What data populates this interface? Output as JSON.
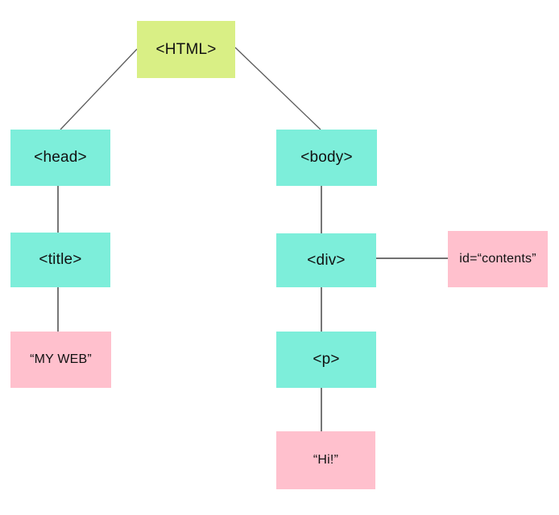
{
  "diagram": {
    "type": "tree",
    "nodes": {
      "html": {
        "label": "<HTML>",
        "kind": "root"
      },
      "head": {
        "label": "<head>",
        "kind": "element"
      },
      "body": {
        "label": "<body>",
        "kind": "element"
      },
      "title": {
        "label": "<title>",
        "kind": "element"
      },
      "div": {
        "label": "<div>",
        "kind": "element"
      },
      "contents": {
        "label": "id=“contents”",
        "kind": "attribute"
      },
      "myweb": {
        "label": "“MY WEB”",
        "kind": "text"
      },
      "p": {
        "label": "<p>",
        "kind": "element"
      },
      "hi": {
        "label": "“Hi!”",
        "kind": "text"
      }
    },
    "edges": [
      {
        "from": "html",
        "to": "head"
      },
      {
        "from": "html",
        "to": "body"
      },
      {
        "from": "head",
        "to": "title"
      },
      {
        "from": "title",
        "to": "myweb"
      },
      {
        "from": "body",
        "to": "div"
      },
      {
        "from": "div",
        "to": "contents"
      },
      {
        "from": "div",
        "to": "p"
      },
      {
        "from": "p",
        "to": "hi"
      }
    ]
  },
  "colors": {
    "root_node": "#d9ef85",
    "element_node": "#7deeda",
    "text_node": "#ffc0cd",
    "edge_diagonal": "#5a5a5a",
    "edge_straight": "#1c1c1c",
    "text": "#111111",
    "background": "#ffffff"
  }
}
